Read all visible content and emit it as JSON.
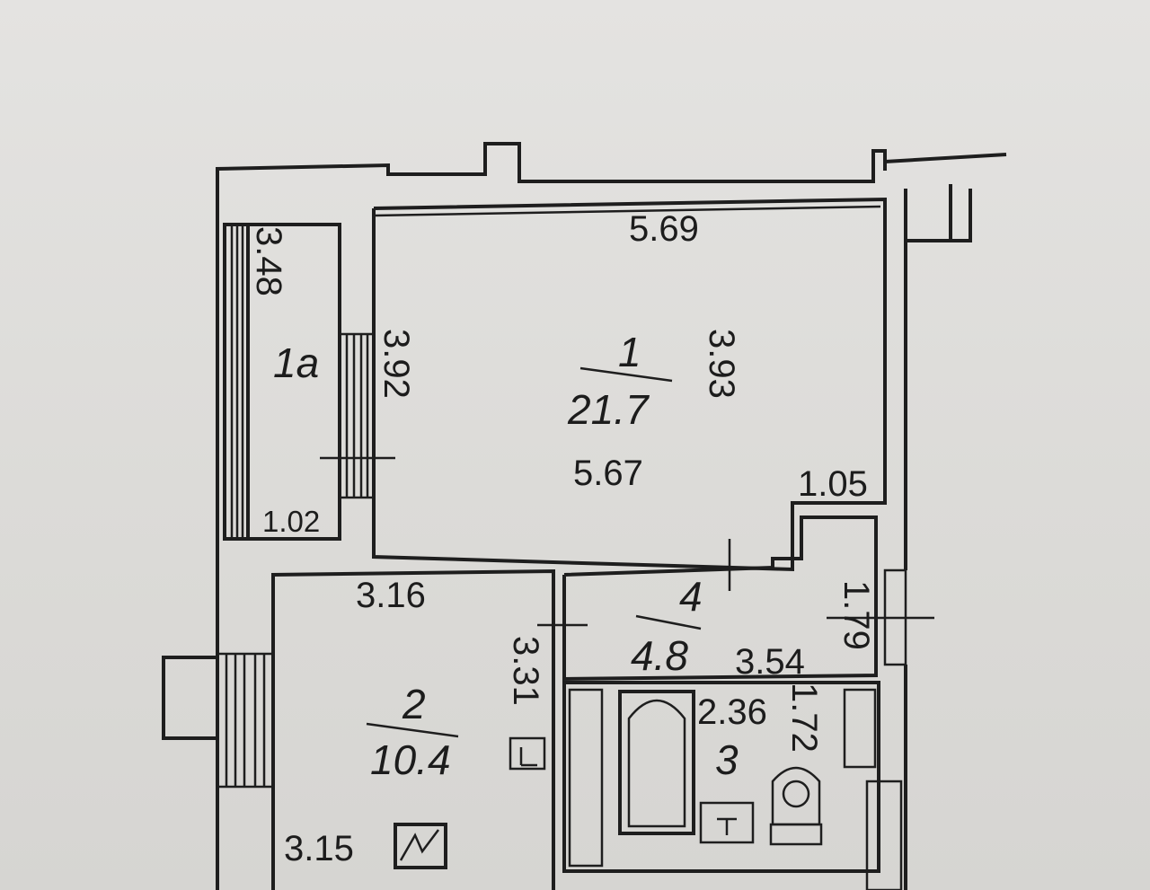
{
  "rooms": [
    {
      "id": "1",
      "number": "1",
      "area": "21.7"
    },
    {
      "id": "1a",
      "number": "1a",
      "area": ""
    },
    {
      "id": "2",
      "number": "2",
      "area": "10.4"
    },
    {
      "id": "3",
      "number": "3",
      "area": ""
    },
    {
      "id": "4",
      "number": "4",
      "area": "4.8"
    }
  ],
  "dimensions": {
    "room1_top": "5.69",
    "room1_bottom": "5.67",
    "room1_left": "3.92",
    "room1_right": "3.93",
    "room1_notch": "1.05",
    "balcony_height": "3.48",
    "balcony_width": "1.02",
    "room2_top": "3.16",
    "room2_right": "3.31",
    "room2_bottom": "3.15",
    "room4_width": "3.54",
    "room4_right": "1.79",
    "room3_width": "2.36",
    "room3_right": "1.72"
  },
  "colors": {
    "paper": "#dedcd9",
    "ink": "#1e1e1e"
  }
}
